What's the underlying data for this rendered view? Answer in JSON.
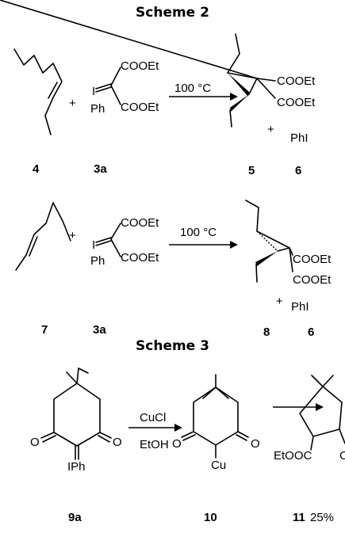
{
  "scheme2": {
    "title": "Scheme 2",
    "row1": {
      "plus1": "+",
      "reagent_ester_top": "COOEt",
      "reagent_ester_bottom": "COOEt",
      "reagent_iodine": "I",
      "reagent_ph": "Ph",
      "condition": "100 °C",
      "product_ester_top": "COOEt",
      "product_ester_bottom": "COOEt",
      "plus2": "+",
      "byproduct": "PhI",
      "labels": {
        "alkene": "4",
        "reagent": "3a",
        "product": "5",
        "byproduct": "6"
      }
    },
    "row2": {
      "plus1": "+",
      "reagent_ester_top": "COOEt",
      "reagent_ester_bottom": "COOEt",
      "reagent_iodine": "I",
      "reagent_ph": "Ph",
      "condition": "100 °C",
      "product_ester_top": "COOEt",
      "product_ester_bottom": "COOEt",
      "plus2": "+",
      "byproduct": "PhI",
      "labels": {
        "alkene": "7",
        "reagent": "3a",
        "product": "8",
        "byproduct": "6"
      }
    }
  },
  "scheme3": {
    "title": "Scheme 3",
    "start_o_left": "O",
    "start_o_right": "O",
    "start_iph": "IPh",
    "reagent_top": "CuCl",
    "reagent_bottom": "EtOH",
    "inter_o_left": "O",
    "inter_o_right": "O",
    "inter_cu": "Cu",
    "prod_ester": "EtOOC",
    "prod_o": "O",
    "labels": {
      "start": "9a",
      "inter": "10",
      "prod": "11",
      "prod_yield": "25%"
    }
  }
}
